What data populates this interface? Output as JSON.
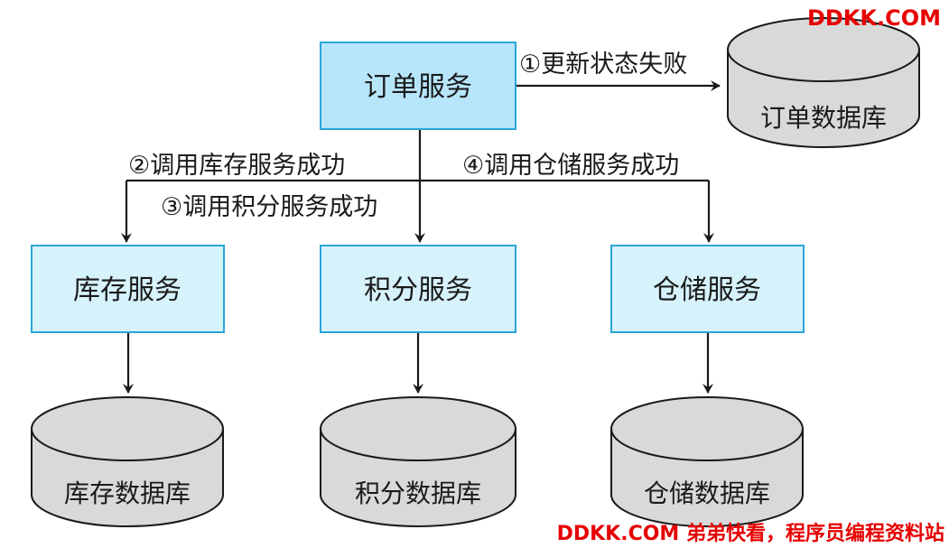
{
  "nodes": {
    "order_service": "订单服务",
    "inventory_service": "库存服务",
    "points_service": "积分服务",
    "warehouse_service": "仓储服务"
  },
  "databases": {
    "order_db": "订单数据库",
    "inventory_db": "库存数据库",
    "points_db": "积分数据库",
    "warehouse_db": "仓储数据库"
  },
  "edges": {
    "step1": "①更新状态失败",
    "step2": "②调用库存服务成功",
    "step3": "③调用积分服务成功",
    "step4": "④调用仓储服务成功"
  },
  "watermark": {
    "top": "DDKK.COM",
    "bottom": "DDKK.COM 弟弟快看，程序员编程资料站"
  },
  "colors": {
    "order_box_fill": "#b7e6fb",
    "service_box_fill": "#d6f2fb",
    "box_stroke": "#2aa5d8",
    "db_fill": "#d9d9d9",
    "line": "#1a1a1a",
    "watermark": "#e60000"
  }
}
